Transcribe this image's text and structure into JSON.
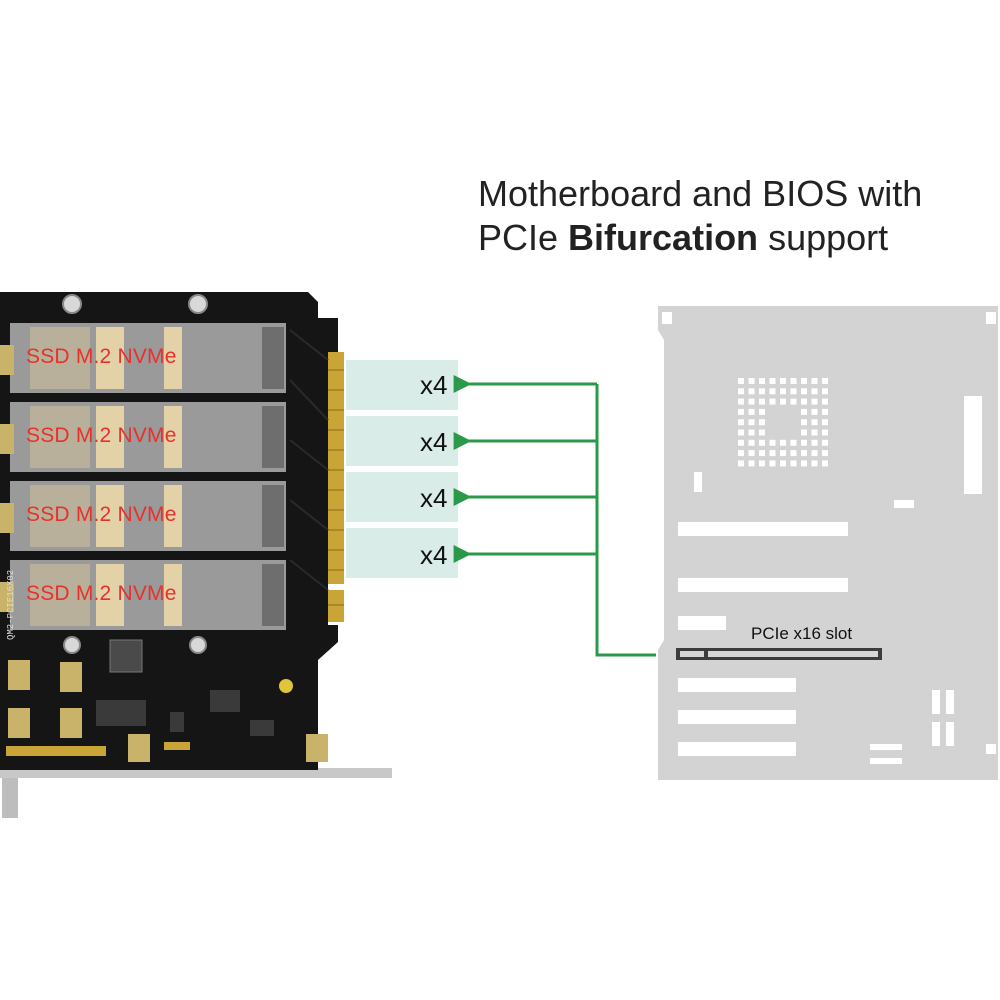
{
  "title": {
    "line1": "Motherboard and BIOS  with",
    "line2_prefix": "PCIe ",
    "line2_bold": "Bifurcation",
    "line2_suffix": " support"
  },
  "card": {
    "ssd_slots": [
      {
        "label": "SSD M.2 NVMe"
      },
      {
        "label": "SSD M.2 NVMe"
      },
      {
        "label": "SSD M.2 NVMe"
      },
      {
        "label": "SSD M.2 NVMe"
      }
    ],
    "pcb_marking": "QM2-PCIE16X02"
  },
  "lanes": [
    {
      "label": "x4"
    },
    {
      "label": "x4"
    },
    {
      "label": "x4"
    },
    {
      "label": "x4"
    }
  ],
  "motherboard": {
    "slot_label": "PCIe x16 slot"
  },
  "colors": {
    "arrow": "#2a9a4a",
    "lane_fill": "#d9ece8",
    "ssd_text": "#e8312a",
    "motherboard": "#d3d3d3",
    "pcb": "#151515"
  }
}
